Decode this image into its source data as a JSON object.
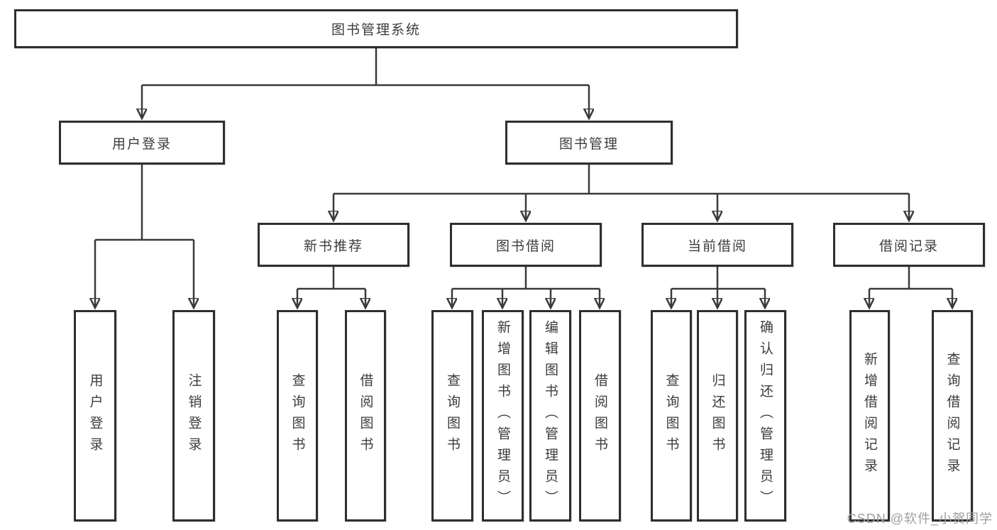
{
  "diagram": {
    "root_label": "图书管理系统",
    "level2": {
      "user_login": "用户登录",
      "book_mgmt": "图书管理"
    },
    "level3": {
      "new_book_rec": "新书推荐",
      "book_borrow": "图书借阅",
      "current_borrow": "当前借阅",
      "borrow_record": "借阅记录"
    },
    "leaves": {
      "user_login": "用户登录",
      "logout": "注销登录",
      "nbr_query_book": "查询图书",
      "nbr_borrow_book": "借阅图书",
      "bb_query_book": "查询图书",
      "bb_add_book": "新增图书（管理员）",
      "bb_edit_book": "编辑图书（管理员）",
      "bb_borrow_book": "借阅图书",
      "cb_query_book": "查询图书",
      "cb_return_book": "归还图书",
      "cb_confirm_return": "确认归还（管理员）",
      "br_add_record": "新增借阅记录",
      "br_query_record": "查询借阅记录"
    },
    "watermark": "CSDN @软件_小贺同学"
  },
  "colors": {
    "line": "#3a3a3a",
    "box_border": "#2e2e2e",
    "text": "#3c3c3c",
    "watermark_text": "#9e9e9e",
    "background": "#ffffff"
  }
}
